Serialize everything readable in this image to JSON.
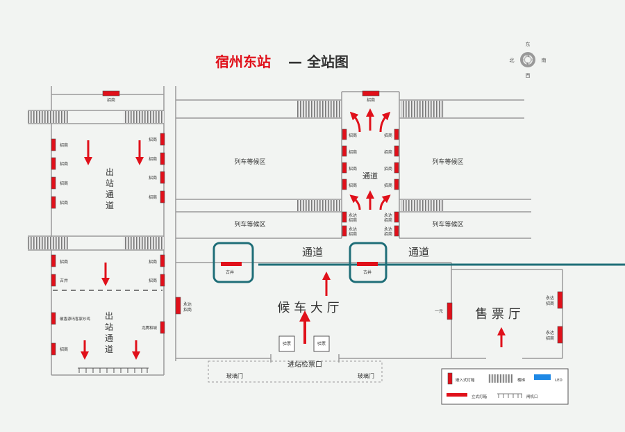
{
  "title": {
    "station": "宿州东站",
    "suffix": "— 全站图"
  },
  "compass": {
    "north": "北",
    "east": "东",
    "south": "南",
    "west": "西"
  },
  "labels": {
    "ad": "招商",
    "yongda_ad": [
      "永达",
      "招商"
    ],
    "yongda": "永达",
    "gujing": "古井",
    "exit_channel": [
      "出",
      "站",
      "通",
      "道"
    ],
    "channel": "通道",
    "waiting_area": "列车等候区",
    "waiting_hall": "候 车 大 厅",
    "ticket_hall": "售 票 厅",
    "check_gate": "验票",
    "entry_gate": "进站检票口",
    "glass_door": "玻璃门",
    "brand_1": "徽香源玛客家炒鸡",
    "brand_2": "龙腾和城",
    "brand_3": "一元"
  },
  "legend": {
    "embedded": "嵌入式灯箱",
    "stairs": "楼梯",
    "led": "LED",
    "standing": "立式灯箱",
    "gate": "闸机口"
  },
  "colors": {
    "red": "#e0101a",
    "teal": "#1f6e78",
    "wall": "#b0b0b0",
    "text": "#333333",
    "led": "#1e88e5"
  }
}
